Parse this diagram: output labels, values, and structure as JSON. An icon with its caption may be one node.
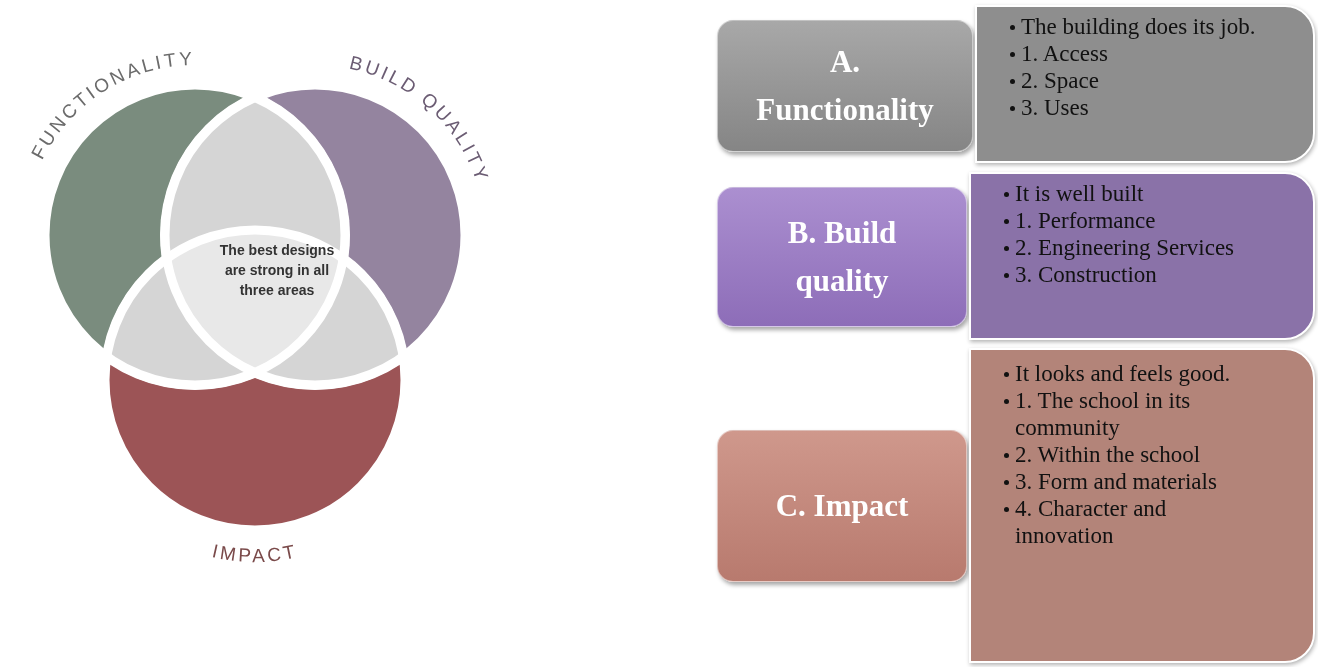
{
  "diagram": {
    "nodes": [
      {
        "text": [
          "FUNCTIONALITY"
        ]
      },
      {
        "text": [
          "BUILD QUALITY"
        ]
      },
      {
        "text": [
          "IMPACT"
        ]
      },
      {
        "text": [
          "The best designs are strong in all three areas"
        ]
      },
      {
        "text": [
          "A. Functionality"
        ]
      },
      {
        "text": [
          "The building does its job.",
          "1. Access",
          "2. Space",
          "3. Uses"
        ]
      },
      {
        "text": [
          "B. Build quality"
        ]
      },
      {
        "text": [
          "It is well built",
          "1. Performance",
          "2. Engineering Services",
          "3. Construction"
        ]
      },
      {
        "text": [
          "C. Impact"
        ]
      },
      {
        "text": [
          "It looks and feels good.",
          "1. The school in its community",
          "2. Within the school",
          "3. Form and materials",
          "4. Character and innovation"
        ]
      }
    ]
  }
}
